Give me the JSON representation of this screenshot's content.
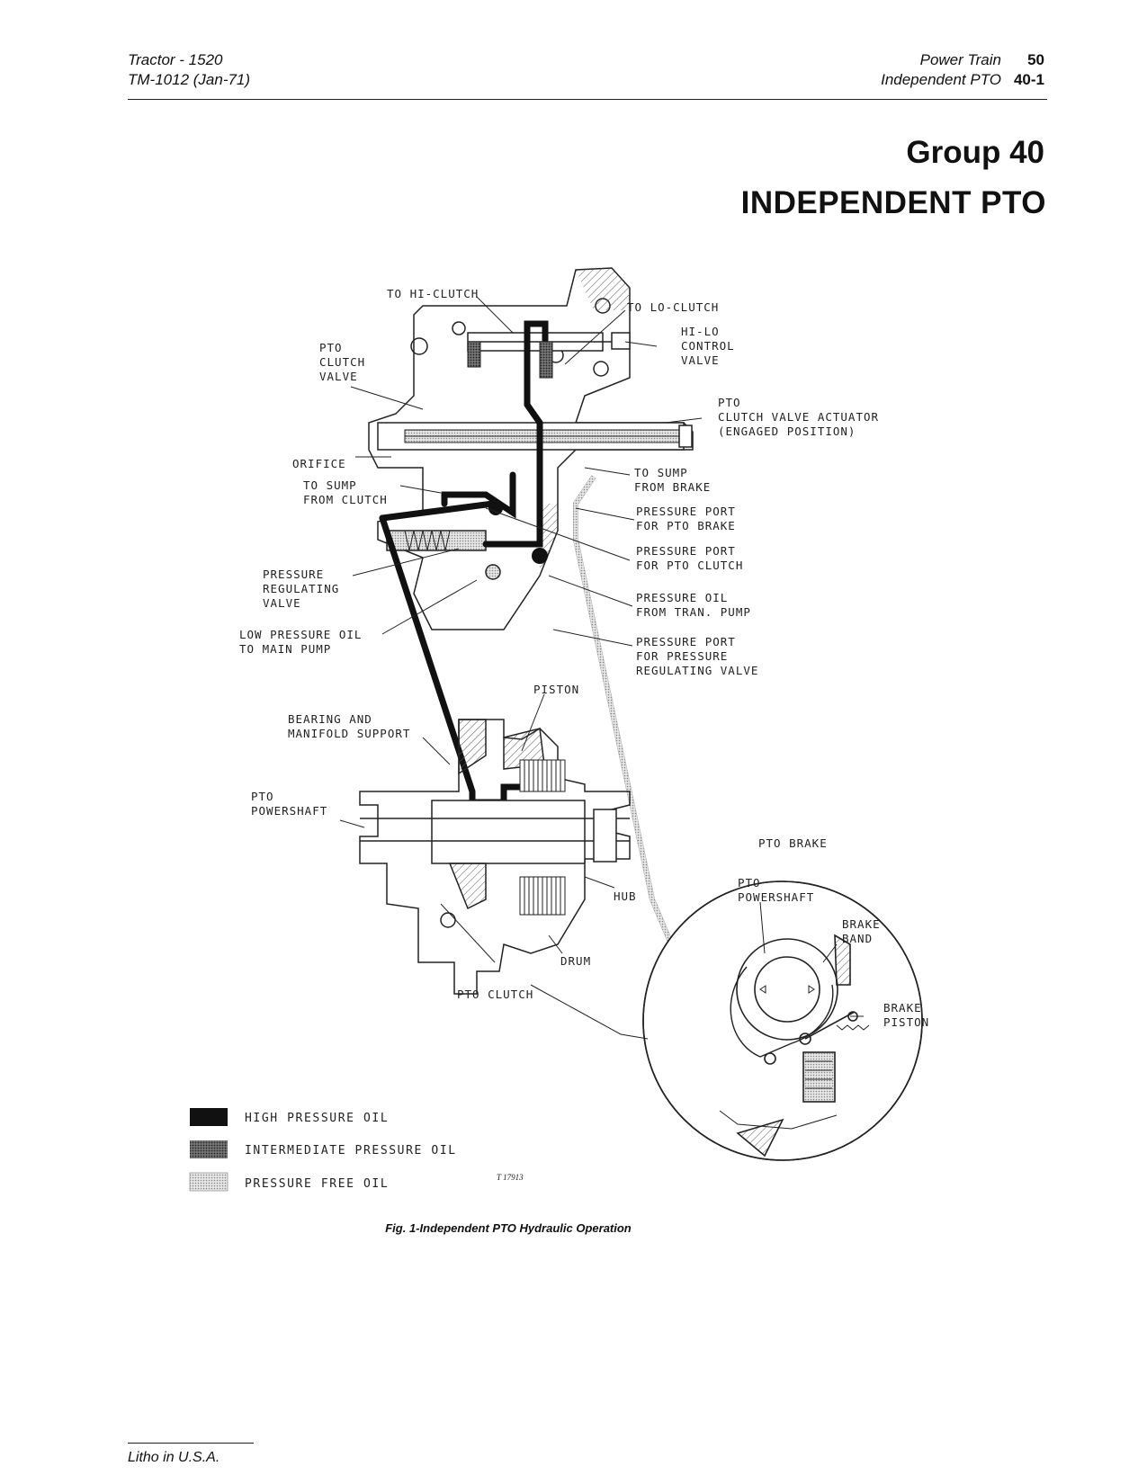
{
  "header": {
    "left_line1": "Tractor - 1520",
    "left_line2": "TM-1012   (Jan-71)",
    "right_line1": "Power Train",
    "right_num1": "50",
    "right_line2": "Independent PTO",
    "right_num2": "40-1"
  },
  "group": "Group 40",
  "title": "INDEPENDENT PTO",
  "labels": {
    "to_hi_clutch": "TO HI-CLUTCH",
    "to_lo_clutch": "TO LO-CLUTCH",
    "hilo_1": "HI-LO",
    "hilo_2": "CONTROL",
    "hilo_3": "VALVE",
    "ptocv_1": "PTO",
    "ptocv_2": "CLUTCH",
    "ptocv_3": "VALVE",
    "act_1": "PTO",
    "act_2": "CLUTCH VALVE ACTUATOR",
    "act_3": "(ENGAGED POSITION)",
    "orifice": "ORIFICE",
    "sump_clutch_1": "TO SUMP",
    "sump_clutch_2": "FROM CLUTCH",
    "sump_brake_1": "TO SUMP",
    "sump_brake_2": "FROM BRAKE",
    "pp_brake_1": "PRESSURE PORT",
    "pp_brake_2": "FOR PTO BRAKE",
    "pp_clutch_1": "PRESSURE PORT",
    "pp_clutch_2": "FOR PTO CLUTCH",
    "reg_1": "PRESSURE",
    "reg_2": "REGULATING",
    "reg_3": "VALVE",
    "po_1": "PRESSURE OIL",
    "po_2": "FROM TRAN. PUMP",
    "lp_1": "LOW PRESSURE OIL",
    "lp_2": "TO MAIN PUMP",
    "pr_1": "PRESSURE PORT",
    "pr_2": "FOR PRESSURE",
    "pr_3": "REGULATING VALVE",
    "piston": "PISTON",
    "bearing_1": "BEARING AND",
    "bearing_2": "MANIFOLD SUPPORT",
    "pto_ps_1": "PTO",
    "pto_ps_2": "POWERSHAFT",
    "pto_brake": "PTO BRAKE",
    "inset_ps_1": "PTO",
    "inset_ps_2": "POWERSHAFT",
    "brake_band_1": "BRAKE",
    "brake_band_2": "BAND",
    "brake_piston_1": "BRAKE",
    "brake_piston_2": "PISTON",
    "hub": "HUB",
    "drum": "DRUM",
    "pto_clutch": "PTO CLUTCH",
    "fig_code": "T 17913"
  },
  "legend": [
    {
      "label": "HIGH PRESSURE OIL",
      "color": "#111111"
    },
    {
      "label": "INTERMEDIATE PRESSURE OIL",
      "color": "#555555"
    },
    {
      "label": "PRESSURE FREE OIL",
      "color": "#cfcfcf"
    }
  ],
  "caption": "Fig. 1-Independent PTO Hydraulic Operation",
  "footer": "Litho in U.S.A."
}
